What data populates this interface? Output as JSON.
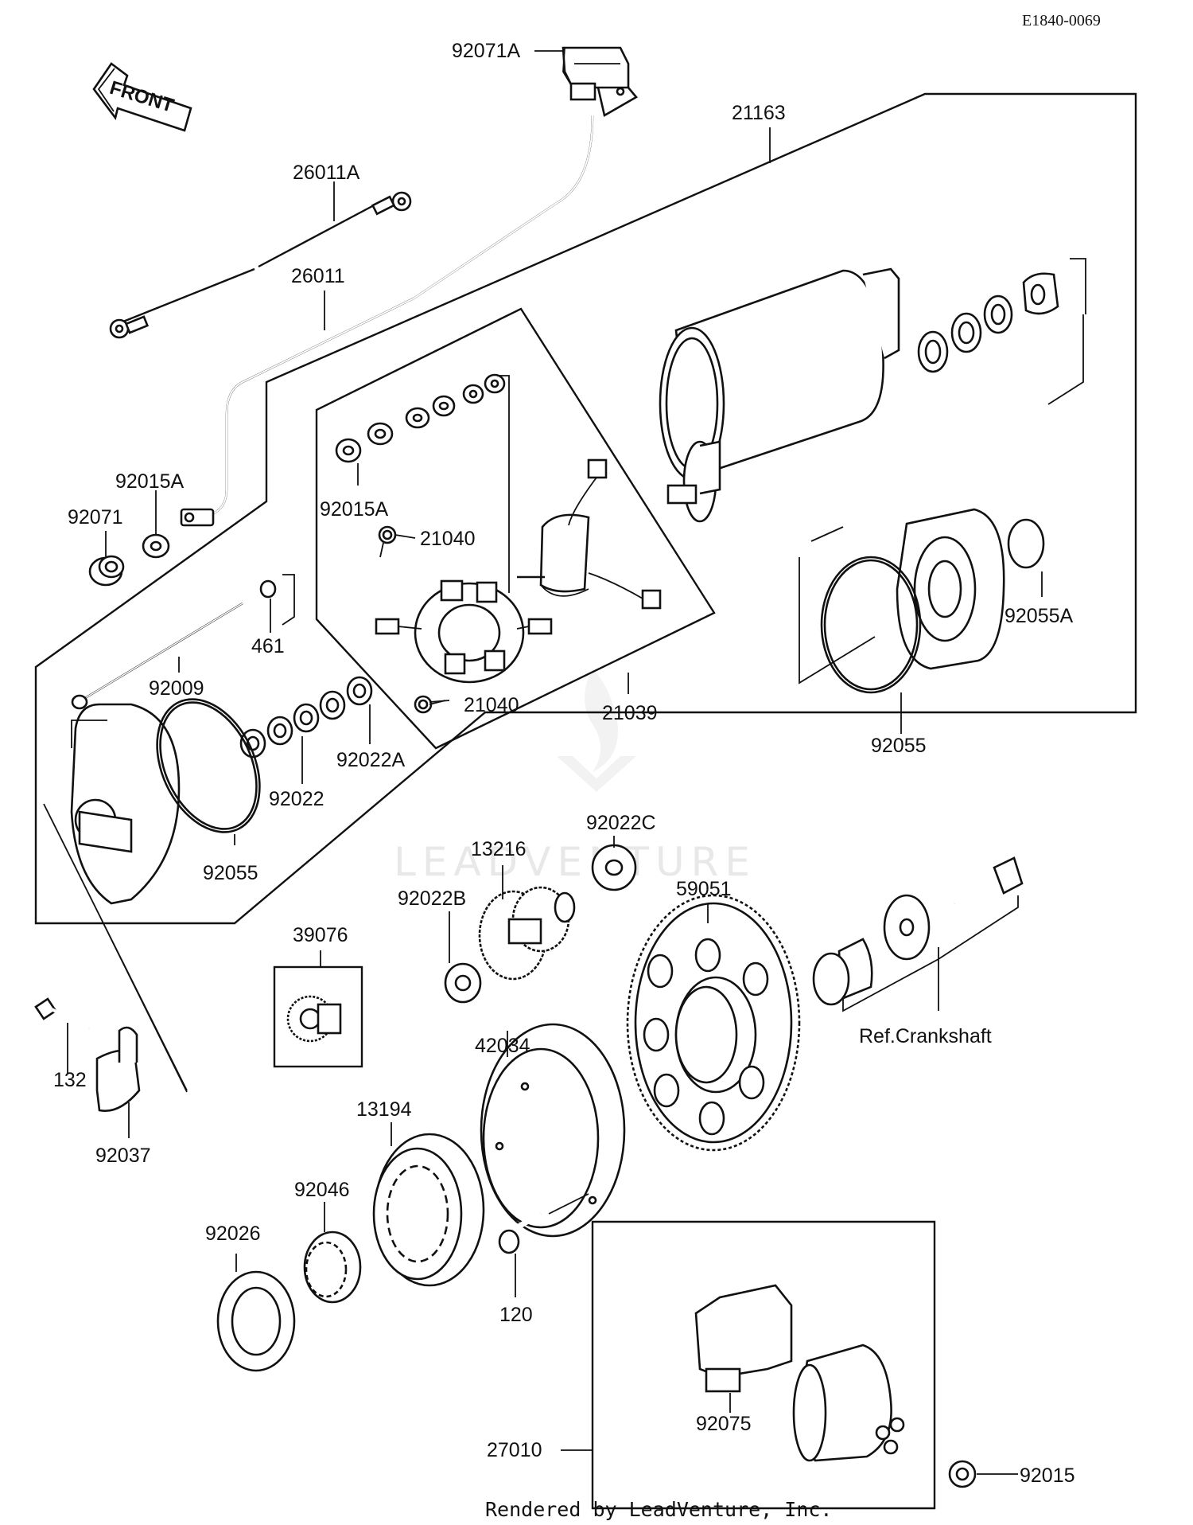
{
  "document_code": "E1840-0069",
  "front_label": "FRONT",
  "watermark": "LEADVENTURE",
  "footer": "Rendered by LeadVenture, Inc.",
  "reference_note": "Ref.Crankshaft",
  "callouts": [
    {
      "id": "c-92071A",
      "label": "92071A"
    },
    {
      "id": "c-21163",
      "label": "21163"
    },
    {
      "id": "c-26011A",
      "label": "26011A"
    },
    {
      "id": "c-26011",
      "label": "26011"
    },
    {
      "id": "c-92015A-outer",
      "label": "92015A"
    },
    {
      "id": "c-92015A-inner",
      "label": "92015A"
    },
    {
      "id": "c-92071",
      "label": "92071"
    },
    {
      "id": "c-21040-top",
      "label": "21040"
    },
    {
      "id": "c-21040-bottom",
      "label": "21040"
    },
    {
      "id": "c-461",
      "label": "461"
    },
    {
      "id": "c-92009",
      "label": "92009"
    },
    {
      "id": "c-21039",
      "label": "21039"
    },
    {
      "id": "c-92055A",
      "label": "92055A"
    },
    {
      "id": "c-92055-right",
      "label": "92055"
    },
    {
      "id": "c-92022A",
      "label": "92022A"
    },
    {
      "id": "c-92022",
      "label": "92022"
    },
    {
      "id": "c-92055-left",
      "label": "92055"
    },
    {
      "id": "c-92022C",
      "label": "92022C"
    },
    {
      "id": "c-13216",
      "label": "13216"
    },
    {
      "id": "c-92022B",
      "label": "92022B"
    },
    {
      "id": "c-59051",
      "label": "59051"
    },
    {
      "id": "c-39076",
      "label": "39076"
    },
    {
      "id": "c-132",
      "label": "132"
    },
    {
      "id": "c-92037",
      "label": "92037"
    },
    {
      "id": "c-42034",
      "label": "42034"
    },
    {
      "id": "c-13194",
      "label": "13194"
    },
    {
      "id": "c-92046",
      "label": "92046"
    },
    {
      "id": "c-92026",
      "label": "92026"
    },
    {
      "id": "c-120",
      "label": "120"
    },
    {
      "id": "c-92075",
      "label": "92075"
    },
    {
      "id": "c-27010",
      "label": "27010"
    },
    {
      "id": "c-92015",
      "label": "92015"
    }
  ]
}
